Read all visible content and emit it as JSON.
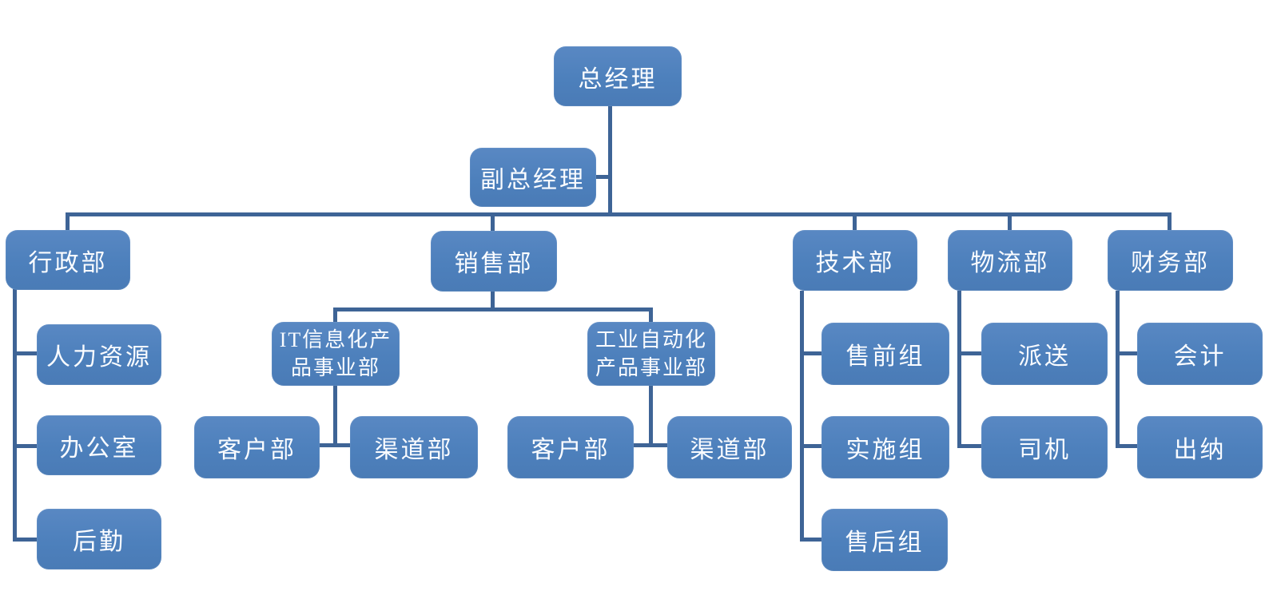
{
  "colors": {
    "node_fill": "#4d80bc",
    "node_fill_top": "#5988c3",
    "connector": "#3e6496",
    "text": "#fafcff",
    "background": "#ffffff"
  },
  "org": {
    "general_manager": {
      "label": "总经理"
    },
    "deputy_general_manager": {
      "label": "副总经理"
    },
    "departments": [
      {
        "label": "行政部",
        "children": [
          {
            "label": "人力资源"
          },
          {
            "label": "办公室"
          },
          {
            "label": "后勤"
          }
        ]
      },
      {
        "label": "销售部",
        "divisions": [
          {
            "label": "IT信息化产品事业部",
            "line1": "IT信息化产",
            "line2": "品事业部",
            "children": [
              {
                "label": "客户部"
              },
              {
                "label": "渠道部"
              }
            ]
          },
          {
            "label": "工业自动化产品事业部",
            "line1": "工业自动化",
            "line2": "产品事业部",
            "children": [
              {
                "label": "客户部"
              },
              {
                "label": "渠道部"
              }
            ]
          }
        ]
      },
      {
        "label": "技术部",
        "children": [
          {
            "label": "售前组"
          },
          {
            "label": "实施组"
          },
          {
            "label": "售后组"
          }
        ]
      },
      {
        "label": "物流部",
        "children": [
          {
            "label": "派送"
          },
          {
            "label": "司机"
          }
        ]
      },
      {
        "label": "财务部",
        "children": [
          {
            "label": "会计"
          },
          {
            "label": "出纳"
          }
        ]
      }
    ]
  }
}
